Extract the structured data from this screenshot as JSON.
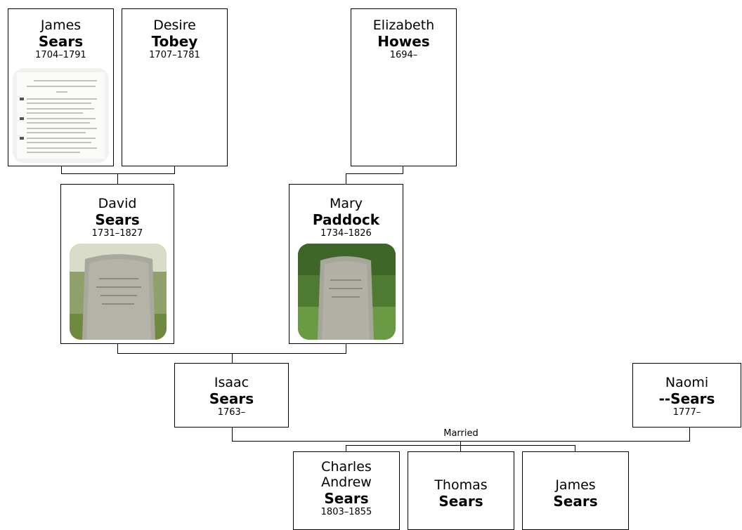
{
  "people": {
    "james_sears_gp": {
      "given": "James",
      "surname": "Sears",
      "dates": "1704–1791",
      "photo": "document-scan"
    },
    "desire_tobey": {
      "given": "Desire",
      "surname": "Tobey",
      "dates": "1707–1781"
    },
    "elizabeth_howes": {
      "given": "Elizabeth",
      "surname": "Howes",
      "dates": "1694–"
    },
    "david_sears": {
      "given": "David",
      "surname": "Sears",
      "dates": "1731–1827",
      "photo": "gravestone"
    },
    "mary_paddock": {
      "given": "Mary",
      "surname": "Paddock",
      "dates": "1734–1826",
      "photo": "gravestone"
    },
    "isaac_sears": {
      "given": "Isaac",
      "surname": "Sears",
      "dates": "1763–"
    },
    "naomi_sears": {
      "given": "Naomi",
      "surname": "--Sears",
      "dates": "1777–"
    },
    "charles_andrew_sears": {
      "given_line1": "Charles",
      "given_line2": "Andrew",
      "surname": "Sears",
      "dates": "1803–1855"
    },
    "thomas_sears": {
      "given": "Thomas",
      "surname": "Sears"
    },
    "james_sears_child": {
      "given": "James",
      "surname": "Sears"
    }
  },
  "labels": {
    "married": "Married"
  },
  "colors": {
    "border": "#000000",
    "background": "#ffffff"
  }
}
